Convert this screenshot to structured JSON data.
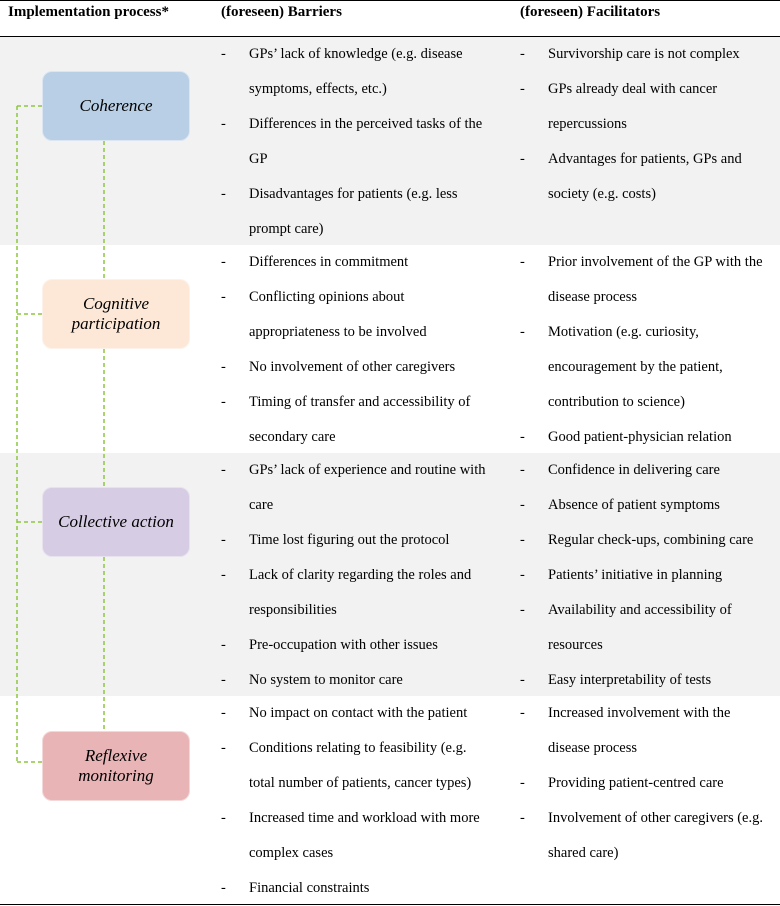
{
  "headers": {
    "process": "Implementation process*",
    "barriers": "(foreseen) Barriers",
    "facilitators": "(foreseen) Facilitators"
  },
  "bullet": "-",
  "rows": [
    {
      "process": "Coherence",
      "barriers": [
        [
          "GPs’ lack of knowledge (e.g. disease",
          "symptoms, effects, etc.)"
        ],
        [
          "Differences in the perceived tasks of the",
          "GP"
        ],
        [
          "Disadvantages for patients (e.g. less",
          "prompt care)"
        ]
      ],
      "facilitators": [
        [
          "Survivorship care is not complex"
        ],
        [
          "GPs already deal with cancer",
          "repercussions"
        ],
        [
          "Advantages for patients, GPs and",
          "society (e.g. costs)"
        ]
      ]
    },
    {
      "process": "Cognitive participation",
      "barriers": [
        [
          "Differences in commitment"
        ],
        [
          "Conflicting opinions about",
          "appropriateness to be involved"
        ],
        [
          "No involvement of other caregivers"
        ],
        [
          "Timing of transfer and accessibility of",
          "secondary care"
        ]
      ],
      "facilitators": [
        [
          "Prior involvement of the GP with the",
          "disease process"
        ],
        [
          "Motivation (e.g. curiosity,",
          "encouragement by the patient,",
          "contribution to science)"
        ],
        [
          "Good patient-physician relation"
        ]
      ]
    },
    {
      "process": "Collective action",
      "barriers": [
        [
          "GPs’ lack of experience and routine with",
          "care"
        ],
        [
          "Time lost figuring out the protocol"
        ],
        [
          "Lack of clarity regarding the roles and",
          "responsibilities"
        ],
        [
          "Pre-occupation with other issues"
        ],
        [
          "No system to monitor care"
        ]
      ],
      "facilitators": [
        [
          "Confidence in delivering care"
        ],
        [
          "Absence of patient symptoms"
        ],
        [
          "Regular check-ups, combining care"
        ],
        [
          "Patients’ initiative in planning"
        ],
        [
          "Availability and accessibility of",
          "resources"
        ],
        [
          "Easy interpretability of tests"
        ]
      ]
    },
    {
      "process": "Reflexive monitoring",
      "barriers": [
        [
          "No impact on contact with the patient"
        ],
        [
          "Conditions relating to feasibility (e.g.",
          "total number of patients, cancer types)"
        ],
        [
          "Increased time and workload with more",
          "complex cases"
        ],
        [
          "Financial constraints"
        ]
      ],
      "facilitators": [
        [
          "Increased involvement with the",
          "disease process"
        ],
        [
          "Providing patient-centred care"
        ],
        [
          "Involvement of other caregivers (e.g.",
          "shared care)"
        ]
      ]
    }
  ],
  "colors": {
    "shaded_row": "#f2f2f2",
    "coherence": "#b8cfe6",
    "cognitive_participation": "#fde8d8",
    "collective_action": "#d6cce3",
    "reflexive_monitoring": "#e8b4b6",
    "connector": "#8dc63f"
  }
}
